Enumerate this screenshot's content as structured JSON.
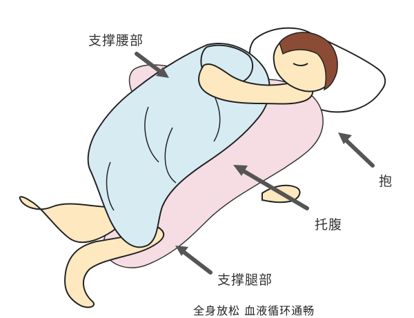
{
  "labels": {
    "support_waist": "支撑腰部",
    "hug": "抱",
    "support_belly": "托腹",
    "support_legs": "支撑腿部",
    "caption": "全身放松 血液循环通畅"
  },
  "colors": {
    "pillow": "#f5dde3",
    "gown": "#d7ebf3",
    "skin": "#fde8bf",
    "hair": "#8c4b34",
    "arrow": "#555555",
    "outline": "#222222"
  }
}
